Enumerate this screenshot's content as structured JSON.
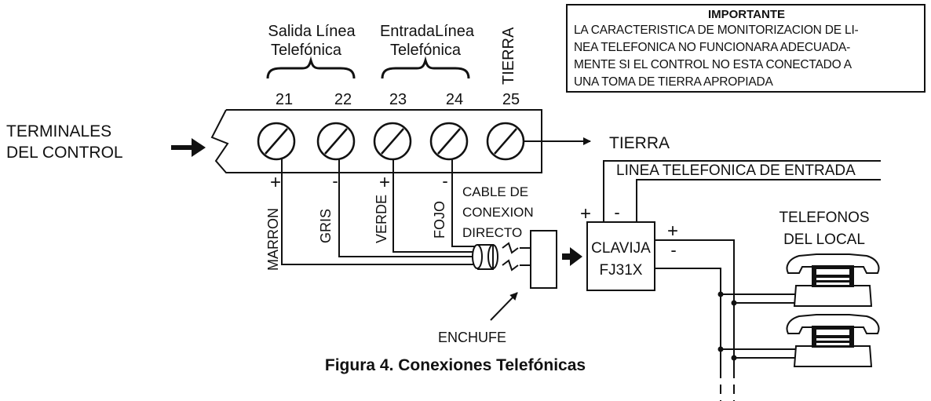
{
  "important": {
    "title": "IMPORTANTE",
    "lines": [
      "LA CARACTERISTICA DE MONITORIZACION DE LI-",
      "NEA TELEFONICA NO FUNCIONARA ADECUADA-",
      "MENTE SI EL CONTROL NO ESTA CONECTADO A",
      "UNA TOMA DE TIERRA APROPIADA"
    ]
  },
  "groups": {
    "salida_1": "Salida Línea",
    "salida_2": "Telefónica",
    "entrada_1": "EntradaLínea",
    "entrada_2": "Telefónica",
    "tierra": "TIERRA"
  },
  "terminal_numbers": [
    "21",
    "22",
    "23",
    "24",
    "25"
  ],
  "terminales": {
    "line1": "TERMINALES",
    "line2": "DEL CONTROL"
  },
  "tierra_label": "TIERRA",
  "linea_entrada": "LINEA TELEFONICA DE ENTRADA",
  "wires": {
    "marron": "MARRON",
    "gris": "GRIS",
    "verde": "VERDE",
    "fojo": "FOJO"
  },
  "signs": {
    "plus": "+",
    "minus": "-"
  },
  "cable": {
    "line1": "CABLE DE",
    "line2": "CONEXION",
    "line3": "DIRECTO"
  },
  "clavija": {
    "line1": "CLAVIJA",
    "line2": "FJ31X"
  },
  "telefonos": {
    "line1": "TELEFONOS",
    "line2": "DEL LOCAL"
  },
  "enchufe": "ENCHUFE",
  "caption": "Figura 4. Conexiones Telefónicas"
}
